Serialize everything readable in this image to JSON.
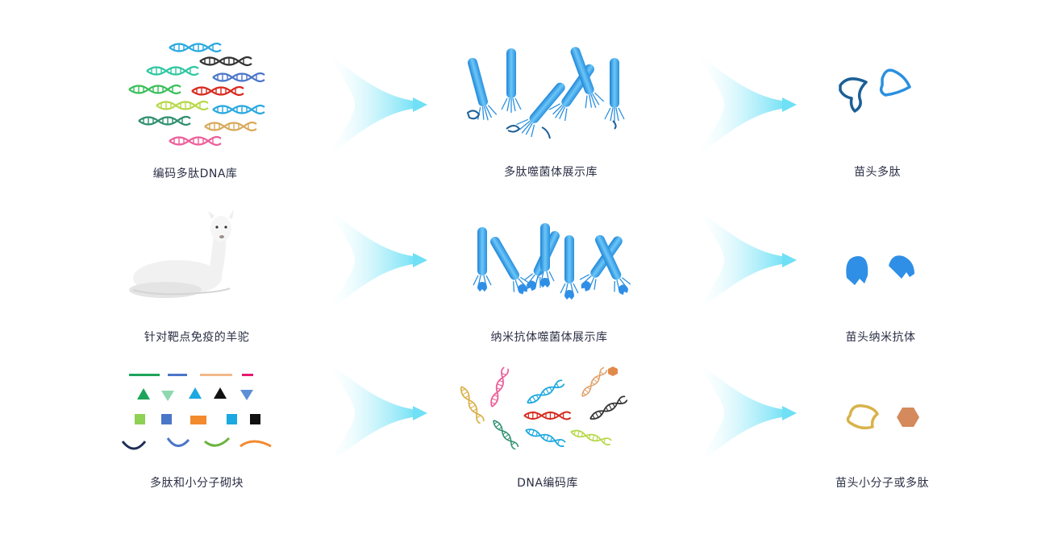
{
  "rows": [
    {
      "steps": [
        {
          "label": "编码多肽DNA库",
          "icon": "dna-library-icon"
        },
        {
          "label": "多肽噬菌体展示库",
          "icon": "peptide-phage-display-icon"
        },
        {
          "label": "苗头多肽",
          "icon": "hit-peptide-icon"
        }
      ]
    },
    {
      "steps": [
        {
          "label": "针对靶点免疫的羊驼",
          "icon": "alpaca-icon"
        },
        {
          "label": "纳米抗体噬菌体展示库",
          "icon": "nanobody-phage-display-icon"
        },
        {
          "label": "苗头纳米抗体",
          "icon": "hit-nanobody-icon"
        }
      ]
    },
    {
      "steps": [
        {
          "label": "多肽和小分子砌块",
          "icon": "building-blocks-icon"
        },
        {
          "label": "DNA编码库",
          "icon": "dna-encoded-library-icon"
        },
        {
          "label": "苗头小分子或多肽",
          "icon": "hit-small-molecule-icon"
        }
      ]
    }
  ],
  "colors": {
    "arrow": "#7fe3f5",
    "phage": "#3aa3e8",
    "caption": "#2b2f45"
  }
}
